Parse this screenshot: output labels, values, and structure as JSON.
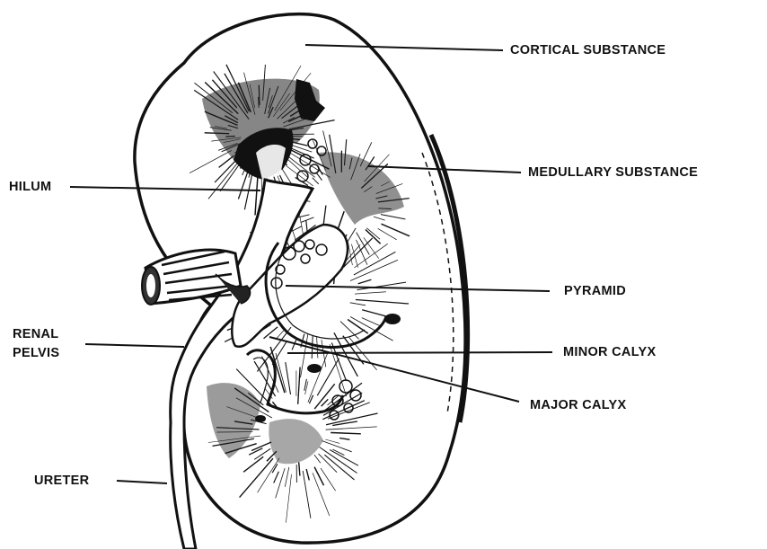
{
  "labels": {
    "cortical": "CORTICAL SUBSTANCE",
    "medullary": "MEDULLARY SUBSTANCE",
    "hilum": "HILUM",
    "pyramid": "PYRAMID",
    "renal_line1": "RENAL",
    "renal_line2": "PELVIS",
    "minor_calyx": "MINOR CALYX",
    "major_calyx": "MAJOR CALYX",
    "ureter": "URETER"
  },
  "colors": {
    "ink": "#111111",
    "paper": "#ffffff"
  }
}
